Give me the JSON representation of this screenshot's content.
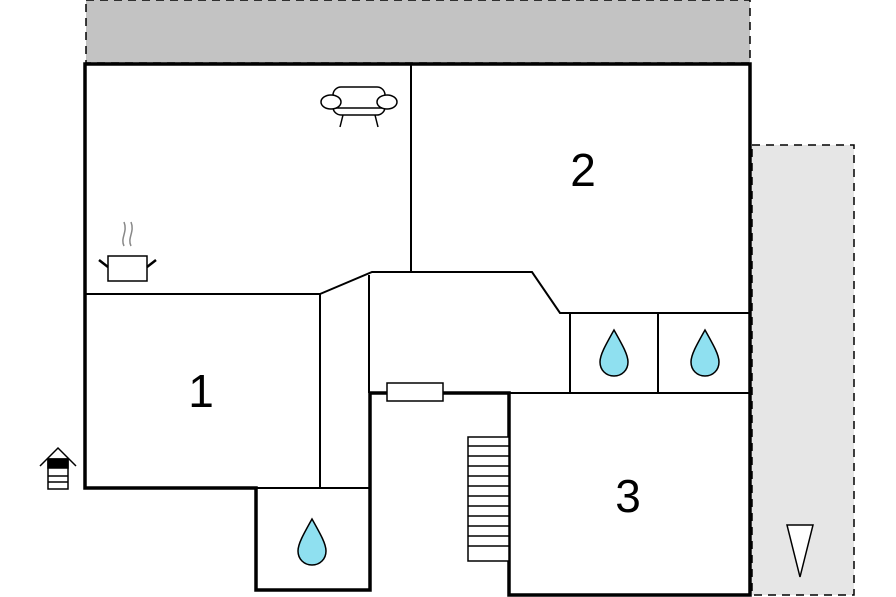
{
  "floor_plan": {
    "rooms": [
      {
        "id": "room-1",
        "label": "1"
      },
      {
        "id": "room-2",
        "label": "2"
      },
      {
        "id": "room-3",
        "label": "3"
      }
    ],
    "icons": [
      "sofa-icon",
      "cooking-pot-icon",
      "water-drop-icon",
      "entrance-icon",
      "north-arrow-icon",
      "door-icon",
      "stairs-icon"
    ],
    "colors": {
      "wall": "#000000",
      "terrace_top": "#c3c3c3",
      "terrace_right": "#e6e6e6",
      "water_drop": "#8fe0f0"
    }
  }
}
